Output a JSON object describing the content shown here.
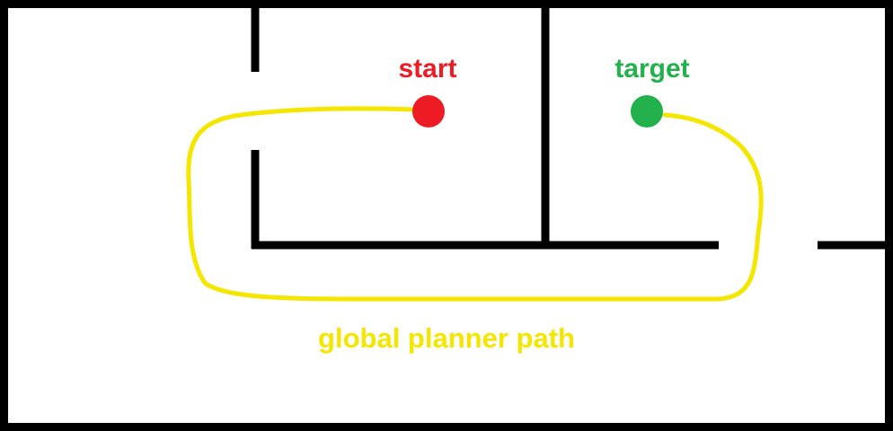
{
  "labels": {
    "start": "start",
    "target": "target",
    "path": "global planner path"
  },
  "colors": {
    "wall": "#000000",
    "floor": "#ffffff",
    "start": "#ed1c24",
    "target": "#22b14c",
    "path": "#f5e600"
  }
}
